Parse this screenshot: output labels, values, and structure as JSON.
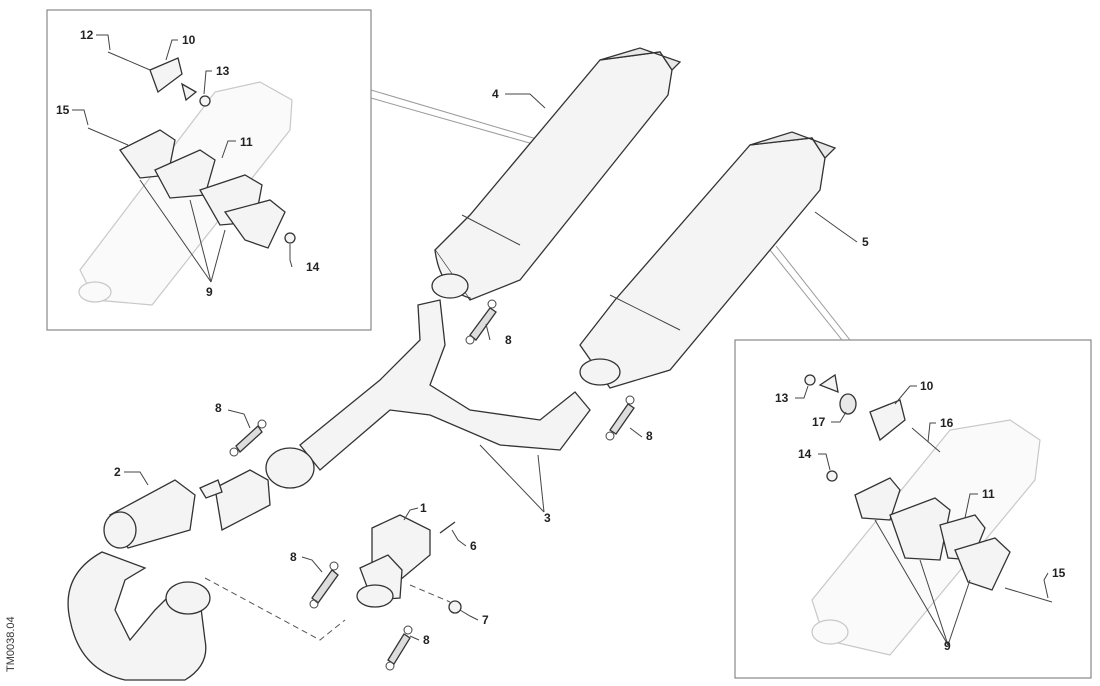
{
  "drawing_code": "TM0038.04",
  "callouts": {
    "c1": "1",
    "c2": "2",
    "c3": "3",
    "c4": "4",
    "c5": "5",
    "c6": "6",
    "c7": "7",
    "c8a": "8",
    "c8b": "8",
    "c8c": "8",
    "c8d": "8",
    "c8e": "8",
    "l9": "9",
    "l10": "10",
    "l11": "11",
    "l12": "12",
    "l13": "13",
    "l14": "14",
    "l15": "15",
    "r9": "9",
    "r10": "10",
    "r11": "11",
    "r13": "13",
    "r14": "14",
    "r15": "15",
    "r16": "16",
    "r17": "17"
  }
}
